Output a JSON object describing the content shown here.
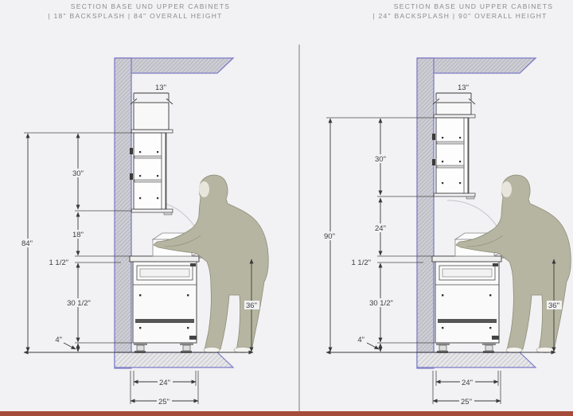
{
  "page": {
    "background": "#f2f1f3",
    "divider_color": "#8f8f94",
    "bottom_strip_color": "#a54b39"
  },
  "colors": {
    "wall_outline": "#7d7dc8",
    "wall_hatch_fill": "#cdcdd4",
    "floor_hatch_fill": "#e7e7ea",
    "drawing_line": "#4a4a4a",
    "figure_fill": "#b5b5a1",
    "dimension_text": "#3f3f3f",
    "title_text": "#8c8c8c"
  },
  "panels": [
    {
      "title_line1": "SECTION BASE UND UPPER CABINETS",
      "title_line2": "| 18\" BACKSPLASH | 84\" OVERALL HEIGHT",
      "dims": {
        "upper_cabinet_depth": "13\"",
        "upper_cabinet_height": "30\"",
        "backsplash_height": "18\"",
        "overall_height": "84\"",
        "countertop_thickness": "1 1/2\"",
        "base_cabinet_height": "30 1/2\"",
        "toe_kick_height": "4\"",
        "counter_height": "36\"",
        "base_cabinet_depth": "24\"",
        "overall_depth": "25\""
      }
    },
    {
      "title_line1": "SECTION BASE UND UPPER CABINETS",
      "title_line2": "| 24\" BACKSPLASH | 90\" OVERALL HEIGHT",
      "dims": {
        "upper_cabinet_depth": "13\"",
        "upper_cabinet_height": "30\"",
        "backsplash_height": "24\"",
        "overall_height": "90\"",
        "countertop_thickness": "1 1/2\"",
        "base_cabinet_height": "30 1/2\"",
        "toe_kick_height": "4\"",
        "counter_height": "36\"",
        "base_cabinet_depth": "24\"",
        "overall_depth": "25\""
      }
    }
  ]
}
